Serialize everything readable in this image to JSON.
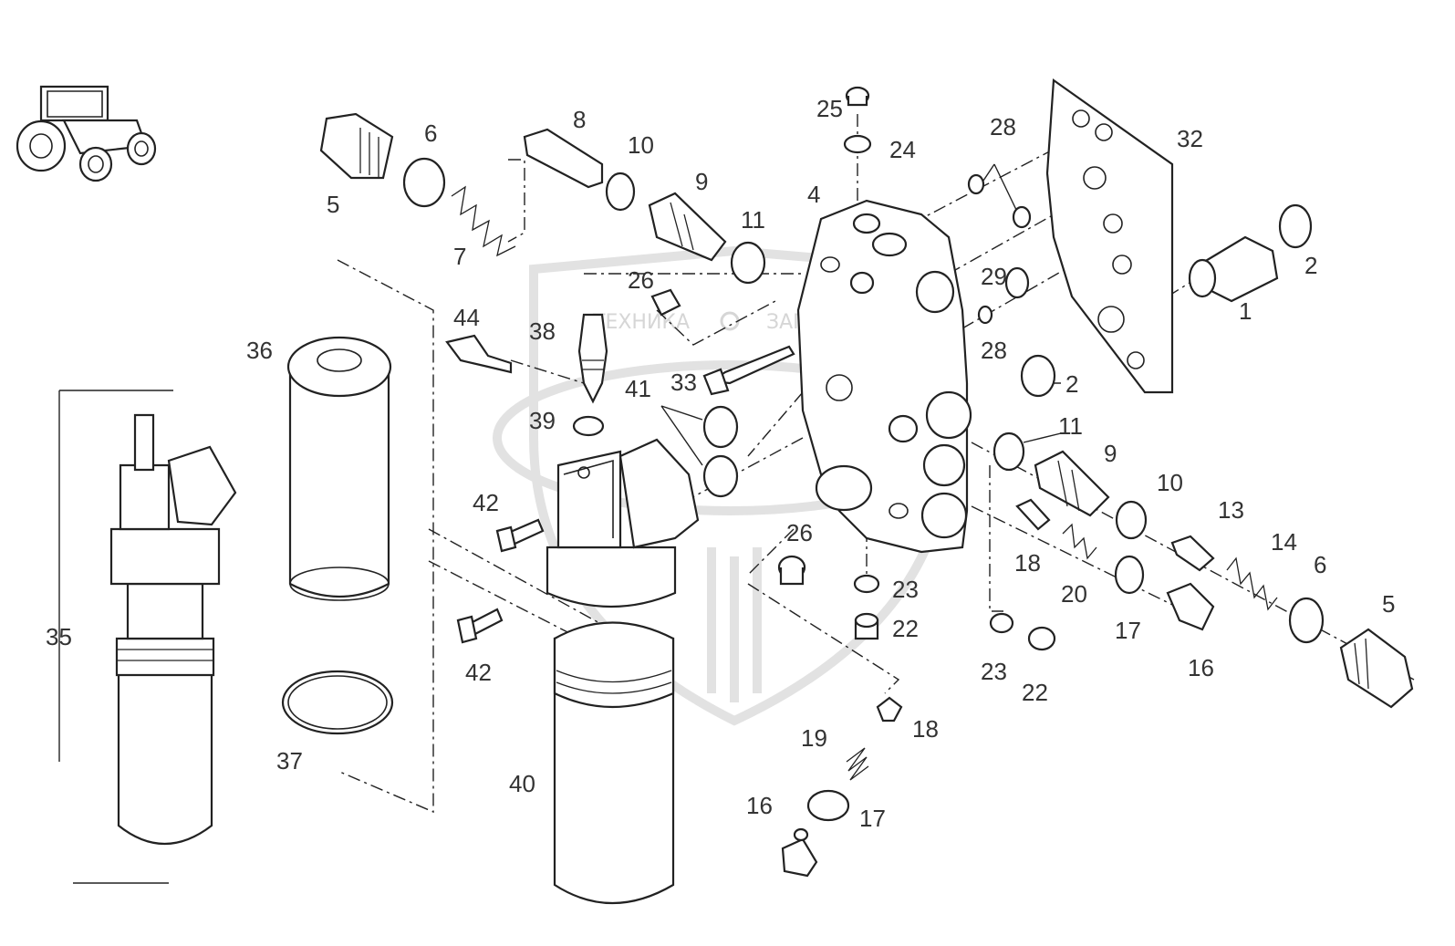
{
  "diagram": {
    "callouts": [
      {
        "id": "1",
        "text": "1"
      },
      {
        "id": "2a",
        "text": "2"
      },
      {
        "id": "2b",
        "text": "2"
      },
      {
        "id": "4",
        "text": "4"
      },
      {
        "id": "5a",
        "text": "5"
      },
      {
        "id": "5b",
        "text": "5"
      },
      {
        "id": "6a",
        "text": "6"
      },
      {
        "id": "6b",
        "text": "6"
      },
      {
        "id": "7",
        "text": "7"
      },
      {
        "id": "8",
        "text": "8"
      },
      {
        "id": "9a",
        "text": "9"
      },
      {
        "id": "9b",
        "text": "9"
      },
      {
        "id": "10a",
        "text": "10"
      },
      {
        "id": "10b",
        "text": "10"
      },
      {
        "id": "11a",
        "text": "11"
      },
      {
        "id": "11b",
        "text": "11"
      },
      {
        "id": "13",
        "text": "13"
      },
      {
        "id": "14",
        "text": "14"
      },
      {
        "id": "16a",
        "text": "16"
      },
      {
        "id": "16b",
        "text": "16"
      },
      {
        "id": "17a",
        "text": "17"
      },
      {
        "id": "17b",
        "text": "17"
      },
      {
        "id": "18a",
        "text": "18"
      },
      {
        "id": "18b",
        "text": "18"
      },
      {
        "id": "19",
        "text": "19"
      },
      {
        "id": "20",
        "text": "20"
      },
      {
        "id": "22a",
        "text": "22"
      },
      {
        "id": "22b",
        "text": "22"
      },
      {
        "id": "23a",
        "text": "23"
      },
      {
        "id": "23b",
        "text": "23"
      },
      {
        "id": "24",
        "text": "24"
      },
      {
        "id": "25",
        "text": "25"
      },
      {
        "id": "26a",
        "text": "26"
      },
      {
        "id": "26b",
        "text": "26"
      },
      {
        "id": "28a",
        "text": "28"
      },
      {
        "id": "28b",
        "text": "28"
      },
      {
        "id": "29",
        "text": "29"
      },
      {
        "id": "32",
        "text": "32"
      },
      {
        "id": "33",
        "text": "33"
      },
      {
        "id": "35",
        "text": "35"
      },
      {
        "id": "36",
        "text": "36"
      },
      {
        "id": "37",
        "text": "37"
      },
      {
        "id": "38",
        "text": "38"
      },
      {
        "id": "39",
        "text": "39"
      },
      {
        "id": "40",
        "text": "40"
      },
      {
        "id": "41",
        "text": "41"
      },
      {
        "id": "42a",
        "text": "42"
      },
      {
        "id": "42b",
        "text": "42"
      },
      {
        "id": "44",
        "text": "44"
      }
    ],
    "watermark": {
      "left_text": "ТЕХНИКА",
      "right_text": "ЗАПЧАСТИ"
    }
  }
}
